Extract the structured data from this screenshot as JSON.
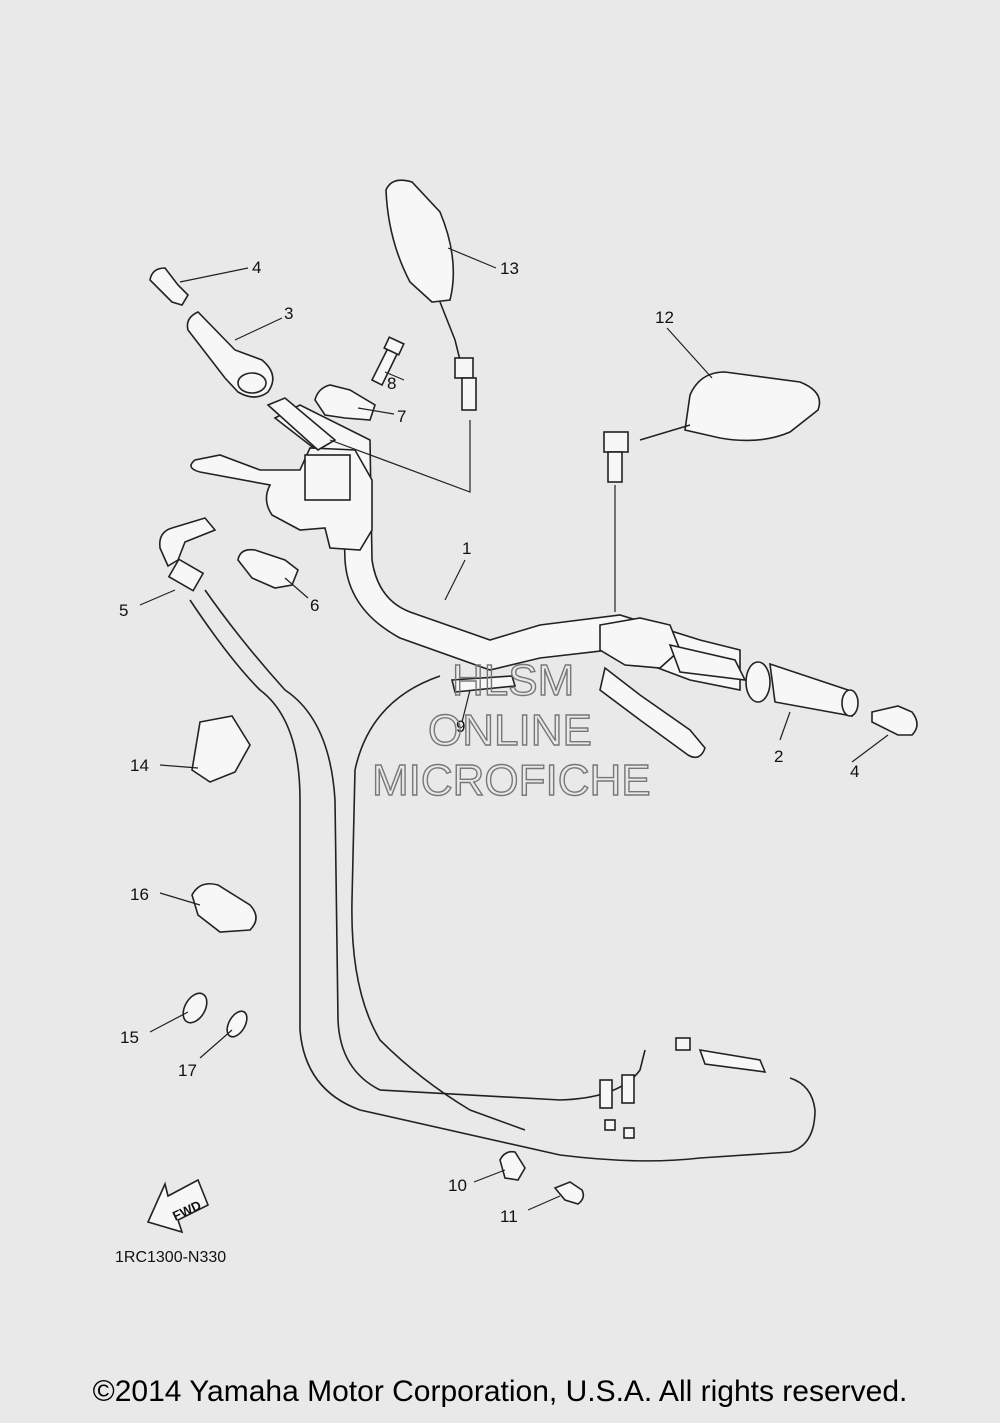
{
  "diagram": {
    "ref_code": "1RC1300-N330",
    "fwd_label": "FWD",
    "watermark": [
      "HLSM",
      "ONLINE",
      "MICROFICHE"
    ],
    "callouts": [
      "1",
      "2",
      "3",
      "4",
      "4",
      "5",
      "6",
      "7",
      "8",
      "9",
      "10",
      "11",
      "12",
      "13",
      "14",
      "15",
      "16",
      "17"
    ]
  },
  "footer": {
    "copyright": "©2014 Yamaha Motor Corporation, U.S.A. All rights reserved."
  }
}
